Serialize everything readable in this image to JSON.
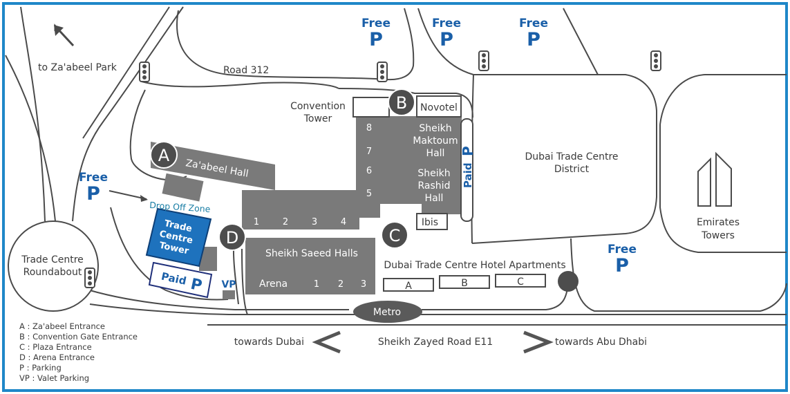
{
  "colors": {
    "border": "#1e87c8",
    "parking_blue": "#1a5fa8",
    "tower_blue": "#1e72bd",
    "building_gray": "#7a7a7a",
    "entrance_dark": "#4d4d4d",
    "road_line": "#4a4a4a",
    "teal_text": "#1a7ea5"
  },
  "roads": {
    "road_312": "Road 312",
    "to_zaabeel_park": "to Za'abeel Park",
    "sheikh_zayed_road": "Sheikh Zayed Road E11",
    "towards_dubai": "towards Dubai",
    "towards_abu_dhabi": "towards Abu Dhabi",
    "roundabout_line1": "Trade Centre",
    "roundabout_line2": "Roundabout"
  },
  "buildings": {
    "convention_tower_line1": "Convention",
    "convention_tower_line2": "Tower",
    "novotel": "Novotel",
    "zaabeel_hall": "Za'abeel Hall",
    "maktoum_line1": "Sheikh",
    "maktoum_line2": "Maktoum",
    "maktoum_line3": "Hall",
    "rashid_line1": "Sheikh",
    "rashid_line2": "Rashid",
    "rashid_line3": "Hall",
    "ibis": "Ibis",
    "saeed_halls": "Sheikh Saeed Halls",
    "arena": "Arena",
    "trade_centre_tower_line1": "Trade",
    "trade_centre_tower_line2": "Centre",
    "trade_centre_tower_line3": "Tower",
    "drop_off_zone": "Drop Off Zone",
    "hotel_apartments": "Dubai Trade Centre Hotel Apartments",
    "apartment_a": "A",
    "apartment_b": "B",
    "apartment_c": "C",
    "district_line1": "Dubai Trade Centre",
    "district_line2": "District",
    "emirates_line1": "Emirates",
    "emirates_line2": "Towers",
    "metro": "Metro"
  },
  "hall_numbers": {
    "upper": [
      "8",
      "7",
      "6",
      "5"
    ],
    "lower": [
      "1",
      "2",
      "3",
      "4"
    ],
    "saeed": [
      "1",
      "2",
      "3"
    ]
  },
  "entrances": {
    "a": "A",
    "b": "B",
    "c": "C",
    "d": "D"
  },
  "parking": {
    "free_word": "Free",
    "p_letter": "P",
    "paid_word": "Paid",
    "vp": "VP"
  },
  "legend": [
    "A : Za'abeel Entrance",
    "B : Convention Gate Entrance",
    "C : Plaza Entrance",
    "D : Arena Entrance",
    "P : Parking",
    "VP : Valet Parking"
  ]
}
